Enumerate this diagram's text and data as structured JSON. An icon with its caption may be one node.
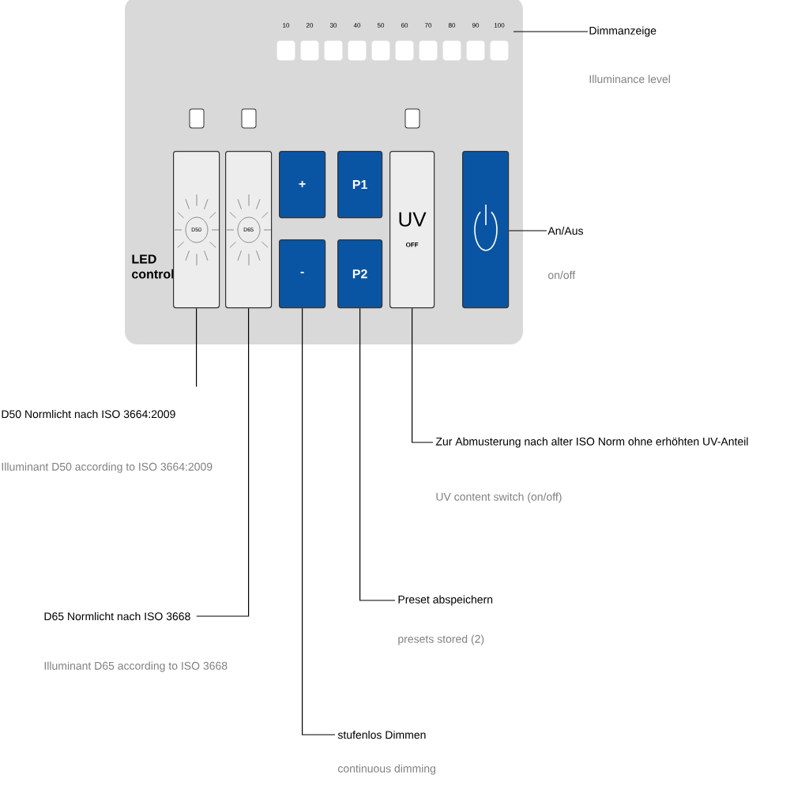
{
  "diagram": {
    "nodes": [
      {
        "text": [
          "LED control"
        ]
      },
      {
        "text": [
          "D50"
        ],
        "in": 0
      },
      {
        "text": [
          "D65"
        ],
        "in": 0
      },
      {
        "text": [
          "+"
        ],
        "in": 0
      },
      {
        "text": [
          "-"
        ],
        "in": 0
      },
      {
        "text": [
          "P1"
        ],
        "in": 0
      },
      {
        "text": [
          "P2"
        ],
        "in": 0
      },
      {
        "text": [
          "UV",
          "OFF"
        ],
        "in": 0
      },
      {
        "text": [],
        "shape": "box",
        "in": 0
      },
      {
        "text": [],
        "shape": "box",
        "in": 0
      },
      {
        "text": [
          "Dimmanzeige",
          "Illuminance level"
        ]
      },
      {
        "text": [
          "An/Aus",
          "on/off"
        ]
      },
      {
        "text": [
          "D50 Normlicht nach ISO 3664:2009",
          "Illuminant D50 according to ISO 3664:2009"
        ]
      },
      {
        "text": [
          "D65 Normlicht nach ISO 3668",
          "Illuminant D65 according to ISO 3668"
        ]
      },
      {
        "text": [
          "stufenlos Dimmen",
          "continuous dimming"
        ]
      },
      {
        "text": [
          "Preset abspeichern",
          "presets stored (2)"
        ]
      },
      {
        "text": [
          "Zur Abmusterung nach alter ISO Norm ohne erhöhten UV-Anteil",
          "UV content switch (on/off)"
        ]
      }
    ],
    "edges": [
      {
        "from": 10,
        "to": 8,
        "arrow": "none"
      },
      {
        "from": 11,
        "to": 9,
        "arrow": "none"
      },
      {
        "from": 12,
        "to": 1,
        "arrow": "none"
      },
      {
        "from": 13,
        "to": 2,
        "arrow": "none"
      },
      {
        "from": 14,
        "to": 4,
        "arrow": "none"
      },
      {
        "from": 15,
        "to": 6,
        "arrow": "none"
      },
      {
        "from": 16,
        "to": 7,
        "arrow": "none"
      }
    ],
    "labels": [
      "10",
      "20",
      "30",
      "40",
      "50",
      "60",
      "70",
      "80",
      "90",
      "100"
    ]
  }
}
